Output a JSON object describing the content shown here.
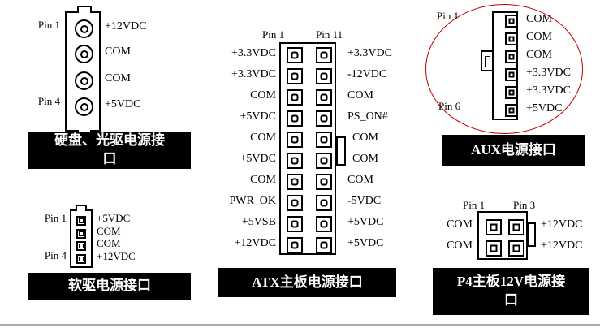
{
  "colors": {
    "highlight_ellipse": "#c00000",
    "caption_bg": "#000000",
    "caption_fg": "#ffffff"
  },
  "molex": {
    "pin_top": "Pin 1",
    "pin_bottom": "Pin 4",
    "pins": [
      "+12VDC",
      "COM",
      "COM",
      "+5VDC"
    ],
    "caption": "硬盘、光驱电源接口"
  },
  "floppy": {
    "pin_top": "Pin 1",
    "pin_bottom": "Pin 4",
    "pins": [
      "+5VDC",
      "COM",
      "COM",
      "+12VDC"
    ],
    "caption": "软驱电源接口"
  },
  "atx": {
    "pin_left": "Pin 1",
    "pin_right": "Pin 11",
    "left_pins": [
      "+3.3VDC",
      "+3.3VDC",
      "COM",
      "+5VDC",
      "COM",
      "+5VDC",
      "COM",
      "PWR_OK",
      "+5VSB",
      "+12VDC"
    ],
    "right_pins": [
      "+3.3VDC",
      "-12VDC",
      "COM",
      "PS_ON#",
      "COM",
      "COM",
      "COM",
      "-5VDC",
      "+5VDC",
      "+5VDC"
    ],
    "caption": "ATX主板电源接口"
  },
  "aux": {
    "pin_top": "Pin 1",
    "pin_bottom": "Pin 6",
    "pins": [
      "COM",
      "COM",
      "COM",
      "+3.3VDC",
      "+3.3VDC",
      "+5VDC"
    ],
    "caption": "AUX电源接口"
  },
  "p4": {
    "pin_left": "Pin 1",
    "pin_right": "Pin 3",
    "left_pins": [
      "COM",
      "COM"
    ],
    "right_pins": [
      "+12VDC",
      "+12VDC"
    ],
    "caption": "P4主板12V电源接口"
  }
}
